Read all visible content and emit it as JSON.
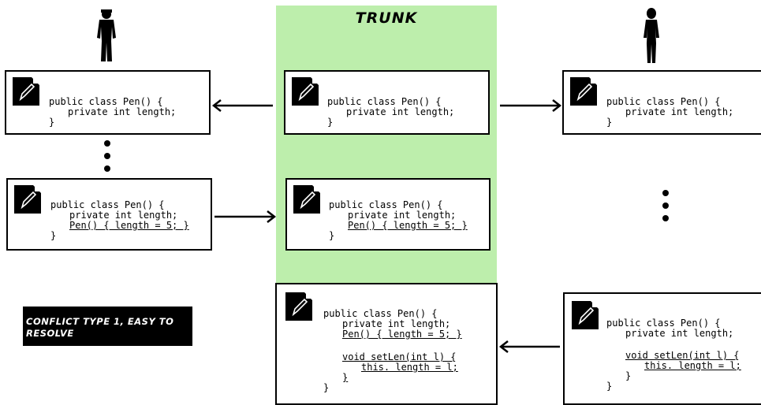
{
  "trunk": {
    "title": "TRUNK"
  },
  "code": {
    "line_class": "public class Pen() {",
    "line_field": "private int length;",
    "line_ctor": "Pen() { length = 5; }",
    "line_method": "void setLen(int l) {",
    "line_assign": "this. length = l;",
    "line_inner_close": "}",
    "line_close": "}"
  },
  "label": {
    "text": "CONFLICT TYPE 1, EASY TO RESOLVE"
  },
  "icons": {
    "document": "edit-document-icon",
    "person_left": "developer-silhouette-icon",
    "person_right": "developer-silhouette-icon"
  },
  "colors": {
    "trunk": "#bdeeac",
    "box_border": "#000000",
    "label_bg": "#000000"
  }
}
